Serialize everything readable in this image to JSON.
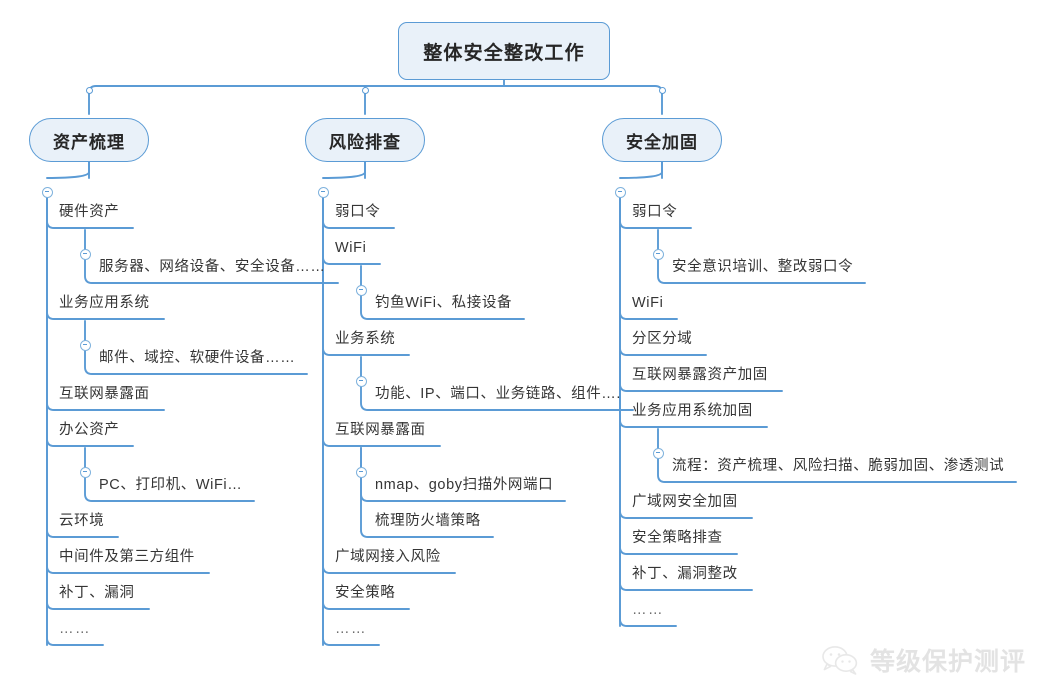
{
  "diagram": {
    "title": "整体安全整改工作",
    "type": "mind-map",
    "root": {
      "label": "整体安全整改工作"
    },
    "colors": {
      "line": "#5b9bd5",
      "node_fill": "#e9f1f9",
      "node_border": "#5b9bd5",
      "text": "#353535",
      "watermark": "#c9c9c9"
    },
    "branches": [
      {
        "label": "资产梳理",
        "items": [
          {
            "label": "硬件资产",
            "children": [
              {
                "label": "服务器、网络设备、安全设备……"
              }
            ]
          },
          {
            "label": "业务应用系统",
            "children": [
              {
                "label": "邮件、域控、软硬件设备……"
              }
            ]
          },
          {
            "label": "互联网暴露面",
            "children": []
          },
          {
            "label": "办公资产",
            "children": [
              {
                "label": "PC、打印机、WiFi…"
              }
            ]
          },
          {
            "label": "云环境",
            "children": []
          },
          {
            "label": "中间件及第三方组件",
            "children": []
          },
          {
            "label": "补丁、漏洞",
            "children": []
          },
          {
            "label": "……",
            "children": []
          }
        ]
      },
      {
        "label": "风险排查",
        "items": [
          {
            "label": "弱口令",
            "children": []
          },
          {
            "label": "WiFi",
            "children": [
              {
                "label": "钓鱼WiFi、私接设备"
              }
            ]
          },
          {
            "label": "业务系统",
            "children": [
              {
                "label": "功能、IP、端口、业务链路、组件…."
              }
            ]
          },
          {
            "label": "互联网暴露面",
            "children": [
              {
                "label": "nmap、goby扫描外网端口"
              },
              {
                "label": "梳理防火墙策略"
              }
            ]
          },
          {
            "label": "广域网接入风险",
            "children": []
          },
          {
            "label": "安全策略",
            "children": []
          },
          {
            "label": "……",
            "children": []
          }
        ]
      },
      {
        "label": "安全加固",
        "items": [
          {
            "label": "弱口令",
            "children": [
              {
                "label": "安全意识培训、整改弱口令"
              }
            ]
          },
          {
            "label": "WiFi",
            "children": []
          },
          {
            "label": "分区分域",
            "children": []
          },
          {
            "label": "互联网暴露资产加固",
            "children": []
          },
          {
            "label": "业务应用系统加固",
            "children": [
              {
                "label": "流程：资产梳理、风险扫描、脆弱加固、渗透测试"
              }
            ]
          },
          {
            "label": "广域网安全加固",
            "children": []
          },
          {
            "label": "安全策略排查",
            "children": []
          },
          {
            "label": "补丁、漏洞整改",
            "children": []
          },
          {
            "label": "……",
            "children": []
          }
        ]
      }
    ]
  },
  "watermark": {
    "text": "等级保护测评",
    "icon": "wechat-bubbles-icon"
  }
}
